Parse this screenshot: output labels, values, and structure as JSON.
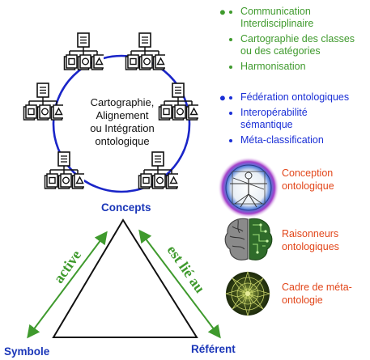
{
  "concept_cluster": {
    "center_lines": [
      "Cartographie,",
      "Alignement",
      "ou Intégration",
      "ontologique"
    ]
  },
  "green_list": [
    "Communication Interdisciplinaire",
    "Cartographie des classes ou des catégories",
    "Harmonisation"
  ],
  "blue_list": [
    "Fédération ontologiques",
    "Interopérabilité sémantique",
    "Méta-classification"
  ],
  "tools": [
    {
      "label": "Conception ontologique",
      "icon": "vitruvian-icon"
    },
    {
      "label": "Raisonneurs ontologiques",
      "icon": "brain-circuit-icon"
    },
    {
      "label": "Cadre de méta-ontologie",
      "icon": "mandala-icon"
    }
  ],
  "triangle": {
    "top": "Concepts",
    "left": "Symbole",
    "right": "Référent",
    "left_edge": "active",
    "right_edge": "est lié au"
  },
  "colors": {
    "green": "#3f9a2d",
    "blue": "#1a2fd6",
    "orange": "#e2461a",
    "circle": "#1a25c8",
    "vertex": "#1a36b8"
  }
}
